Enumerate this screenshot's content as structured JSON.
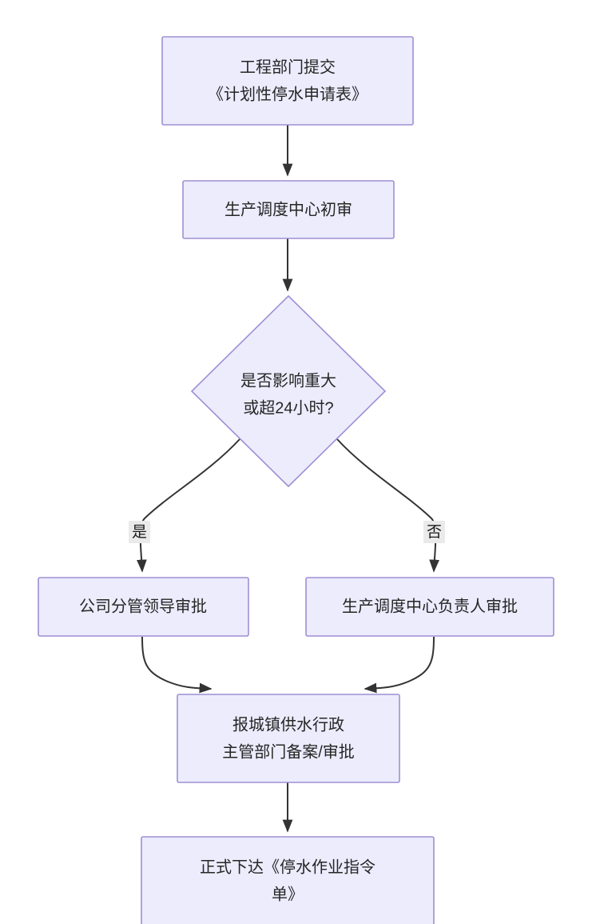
{
  "diagram": {
    "type": "flowchart",
    "direction": "top-to-bottom",
    "theme": {
      "node_fill": "#ececfd",
      "node_border": "#9f8fd4",
      "node_text": "#262626",
      "edge_stroke": "#333333",
      "edge_label_bg": "#eaeaea",
      "background": "#ffffff"
    },
    "nodes": [
      {
        "id": "n1",
        "shape": "rect",
        "lines": [
          "工程部门提交",
          "《计划性停水申请表》"
        ]
      },
      {
        "id": "n2",
        "shape": "rect",
        "lines": [
          "生产调度中心初审"
        ]
      },
      {
        "id": "n3",
        "shape": "diamond",
        "lines": [
          "是否影响重大",
          "或超24小时?"
        ]
      },
      {
        "id": "n4",
        "shape": "rect",
        "lines": [
          "公司分管领导审批"
        ]
      },
      {
        "id": "n5",
        "shape": "rect",
        "lines": [
          "生产调度中心负责人审批"
        ]
      },
      {
        "id": "n6",
        "shape": "rect",
        "lines": [
          "报城镇供水行政",
          "主管部门备案/审批"
        ]
      },
      {
        "id": "n7",
        "shape": "rect",
        "lines": [
          "正式下达《停水作业指令",
          "单》"
        ]
      }
    ],
    "edges": [
      {
        "from": "n1",
        "to": "n2",
        "label": ""
      },
      {
        "from": "n2",
        "to": "n3",
        "label": ""
      },
      {
        "from": "n3",
        "to": "n4",
        "label": "是"
      },
      {
        "from": "n3",
        "to": "n5",
        "label": "否"
      },
      {
        "from": "n4",
        "to": "n6",
        "label": ""
      },
      {
        "from": "n5",
        "to": "n6",
        "label": ""
      },
      {
        "from": "n6",
        "to": "n7",
        "label": ""
      }
    ]
  }
}
